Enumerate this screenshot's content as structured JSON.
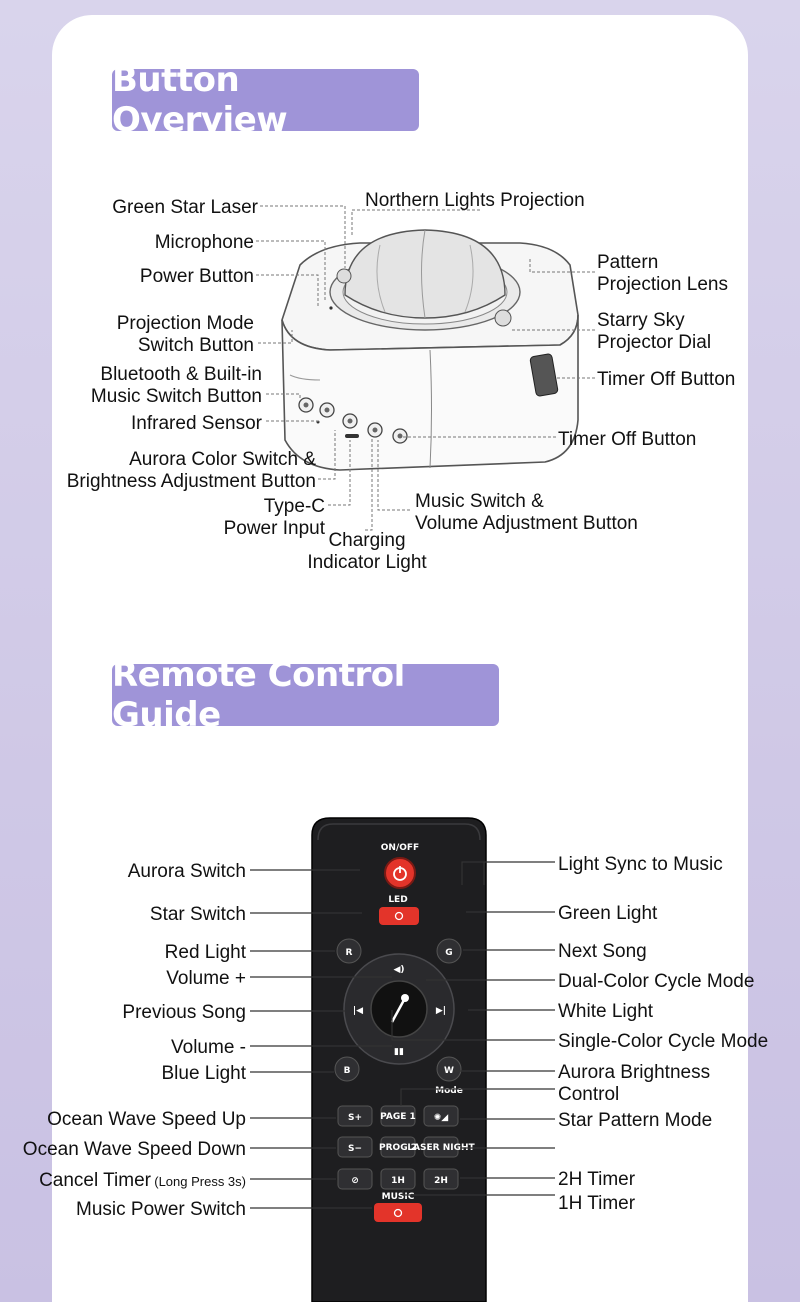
{
  "sections": {
    "overview_title": "Button Overview",
    "remote_title": "Remote Control Guide"
  },
  "device_labels": {
    "green_star_laser": "Green Star Laser",
    "microphone": "Microphone",
    "power_button": "Power Button",
    "projection_mode_1": "Projection Mode",
    "projection_mode_2": "Switch Button",
    "bluetooth_1": "Bluetooth & Built-in",
    "bluetooth_2": "Music Switch Button",
    "infrared_sensor": "Infrared Sensor",
    "aurora_color_1": "Aurora Color Switch &",
    "aurora_color_2": "Brightness Adjustment Button",
    "typec_1": "Type-C",
    "typec_2": "Power Input",
    "charging_1": "Charging",
    "charging_2": "Indicator Light",
    "northern_lights": "Northern Lights Projection",
    "pattern_lens_1": "Pattern",
    "pattern_lens_2": "Projection Lens",
    "starry_dial_1": "Starry Sky",
    "starry_dial_2": "Projector Dial",
    "timer_off_1": "Timer Off Button",
    "timer_off_2": "Timer Off Button",
    "music_switch_1": "Music Switch &",
    "music_switch_2": "Volume Adjustment Button"
  },
  "remote_labels": {
    "aurora_switch": "Aurora Switch",
    "star_switch": "Star Switch",
    "red_light": "Red Light",
    "volume_plus": "Volume +",
    "previous_song": "Previous Song",
    "volume_minus": "Volume -",
    "blue_light": "Blue Light",
    "ocean_up": "Ocean Wave Speed Up",
    "ocean_down": "Ocean Wave Speed Down",
    "cancel_timer": "Cancel Timer",
    "cancel_timer_note": "(Long Press 3s)",
    "music_power": "Music Power Switch",
    "light_sync": "Light Sync to Music",
    "green_light": "Green Light",
    "next_song": "Next Song",
    "dual_color": "Dual-Color Cycle Mode",
    "white_light": "White Light",
    "single_color": "Single-Color Cycle Mode",
    "aurora_brightness_1": "Aurora Brightness",
    "aurora_brightness_2": "Control",
    "star_pattern": "Star Pattern Mode",
    "timer_2h": "2H Timer",
    "timer_1h": "1H Timer"
  },
  "remote_buttons": {
    "onoff": "ON/OFF",
    "led": "LED",
    "r": "R",
    "g": "G",
    "b": "B",
    "w": "W",
    "s_plus": "S+",
    "s_minus": "S−",
    "page1": "PAGE 1",
    "prog2": "PROG 2",
    "laser": "LASER NIGHT",
    "one_h": "1H",
    "two_h": "2H",
    "music": "MUSIC",
    "mode": "Mode"
  },
  "colors": {
    "accent": "#9f94d8",
    "remote_body": "#1e1e20",
    "power_red": "#e3342a"
  }
}
